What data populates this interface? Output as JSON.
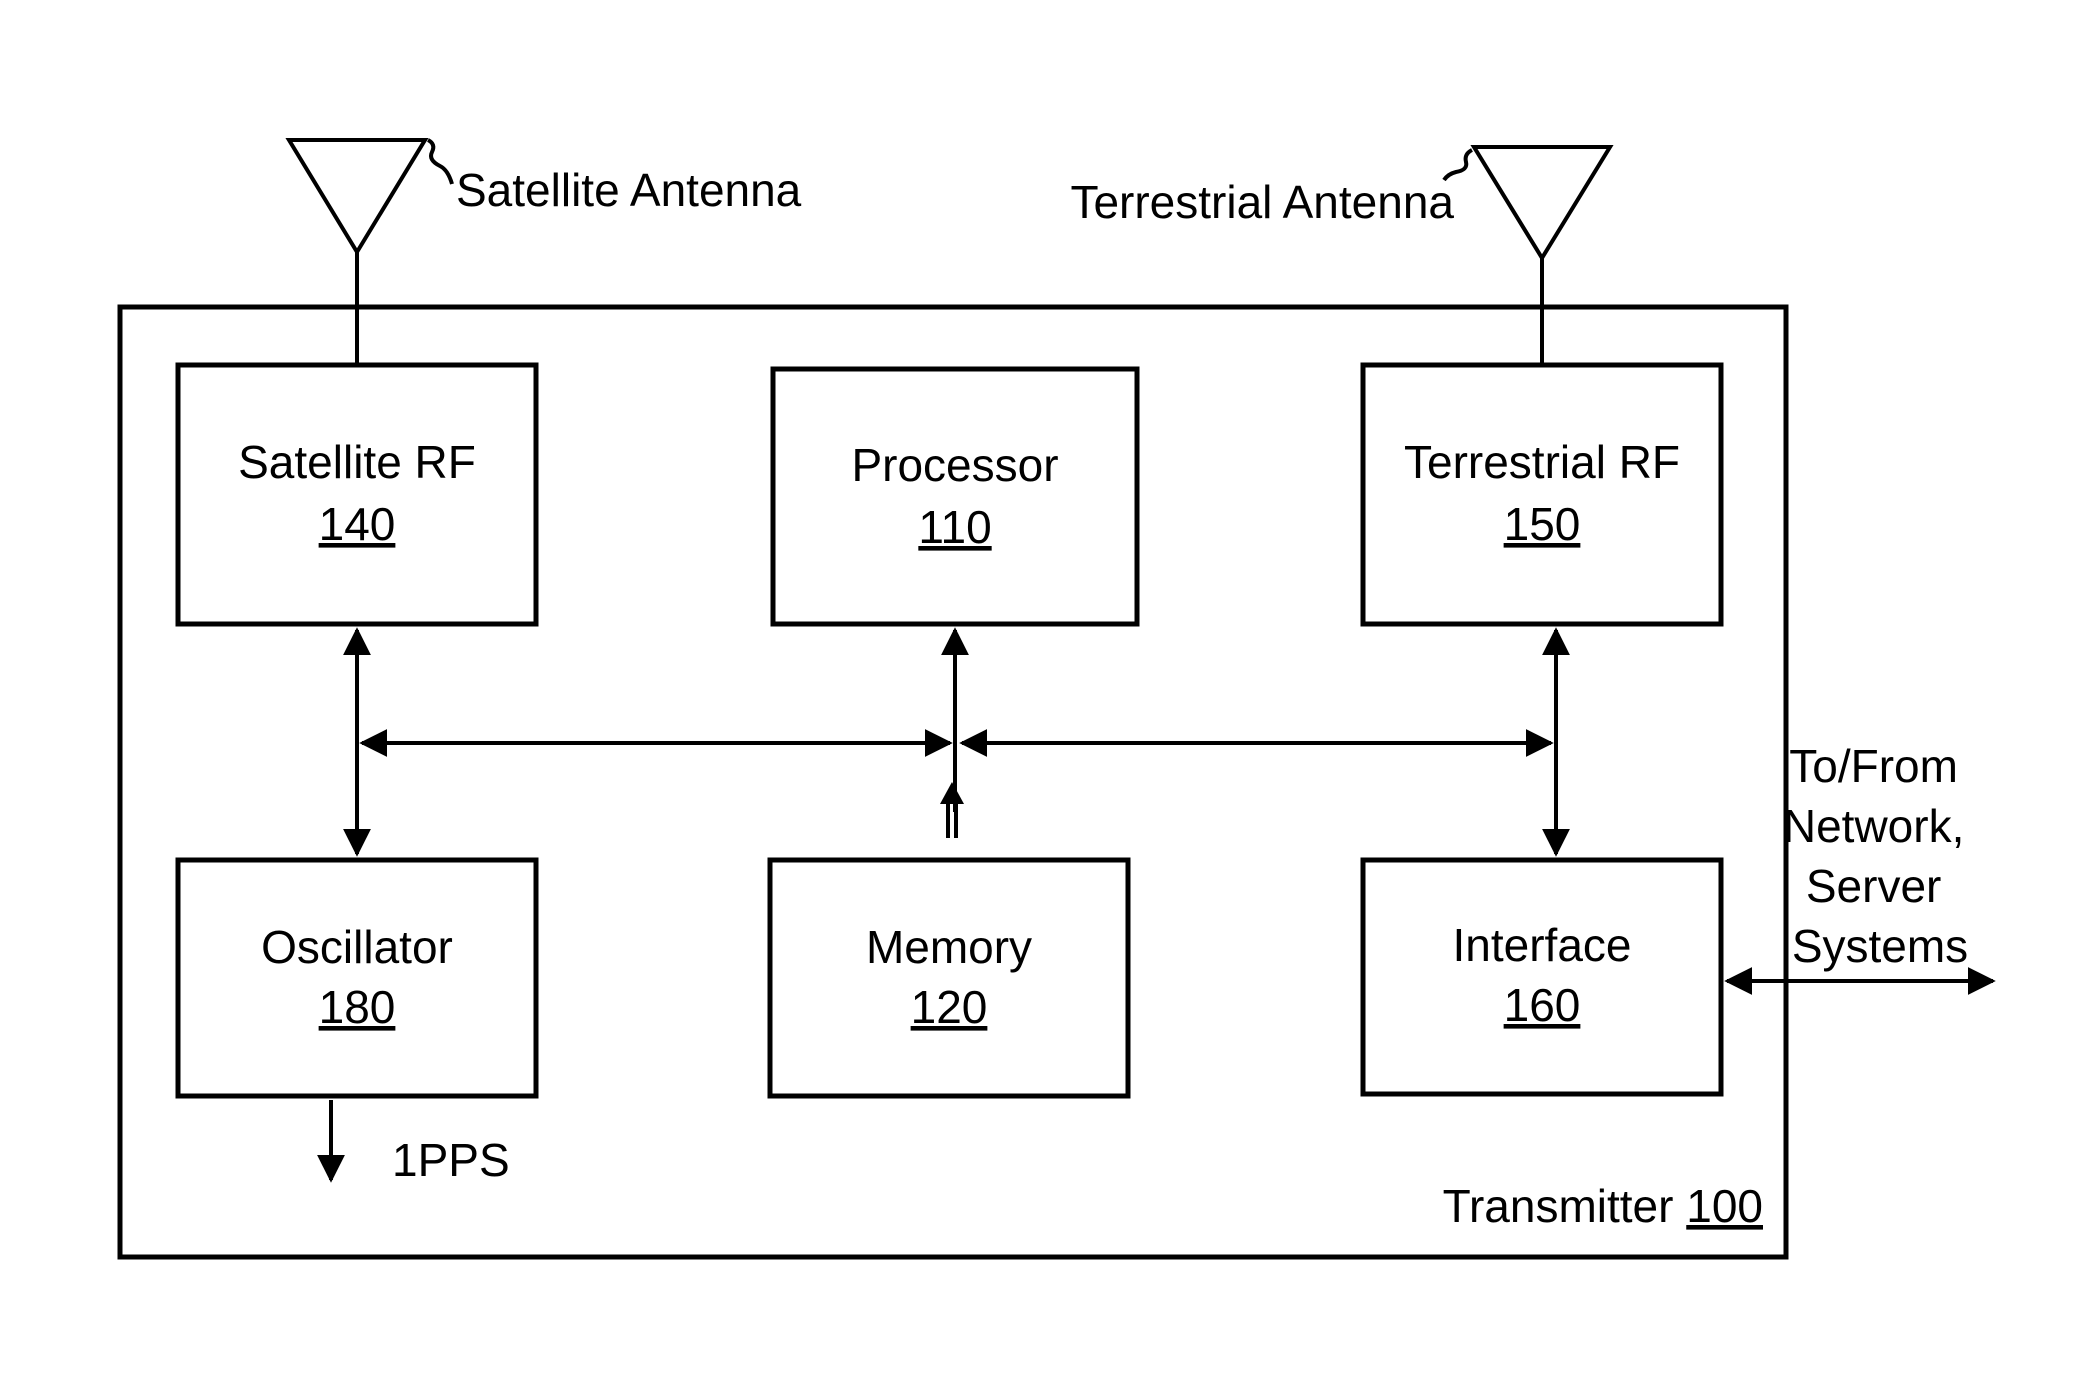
{
  "antennas": {
    "satellite": {
      "label": "Satellite Antenna"
    },
    "terrestrial": {
      "label": "Terrestrial Antenna"
    }
  },
  "transmitter": {
    "label": "Transmitter",
    "number": "100"
  },
  "blocks": {
    "satellite_rf": {
      "label": "Satellite RF",
      "number": "140"
    },
    "processor": {
      "label": "Processor",
      "number": "110"
    },
    "terrestrial_rf": {
      "label": "Terrestrial RF",
      "number": "150"
    },
    "oscillator": {
      "label": "Oscillator",
      "number": "180"
    },
    "memory": {
      "label": "Memory",
      "number": "120"
    },
    "interface": {
      "label": "Interface",
      "number": "160"
    }
  },
  "signals": {
    "pps": "1PPS",
    "network": [
      "To/From",
      "Network,",
      "Server",
      "Systems"
    ]
  }
}
